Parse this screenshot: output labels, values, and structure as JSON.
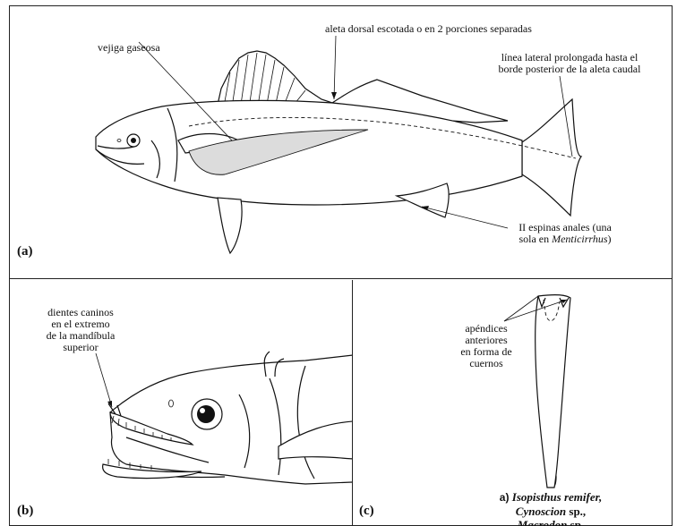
{
  "panel_a": {
    "tag": "(a)",
    "labels": {
      "dorsal_fin": "aleta dorsal escotada o en 2 porciones separadas",
      "swim_bladder": "vejiga gaseosa",
      "lateral_line_1": "línea lateral prolongada hasta el",
      "lateral_line_2": "borde posterior de la aleta caudal",
      "anal_spines_1": "II espinas anales (una",
      "anal_spines_2_prefix": "sola en ",
      "anal_spines_2_genus": "Menticirrhus",
      "anal_spines_2_suffix": ")"
    }
  },
  "panel_b": {
    "tag": "(b)",
    "labels": {
      "line1": "dientes caninos",
      "line2": "en el extremo",
      "line3": "de la mandíbula",
      "line4": "superior"
    }
  },
  "panel_c": {
    "tag": "(c)",
    "labels": {
      "line1": "apéndices",
      "line2": "anteriores",
      "line3": "en forma de",
      "line4": "cuernos"
    },
    "caption": {
      "line1_prefix": "a) ",
      "line1_species": "Isopisthus remifer,",
      "line2_genus": "Cynoscion",
      "line2_suffix": " sp.,",
      "line3_genus": "Macrodon",
      "line3_suffix": " sp."
    }
  }
}
